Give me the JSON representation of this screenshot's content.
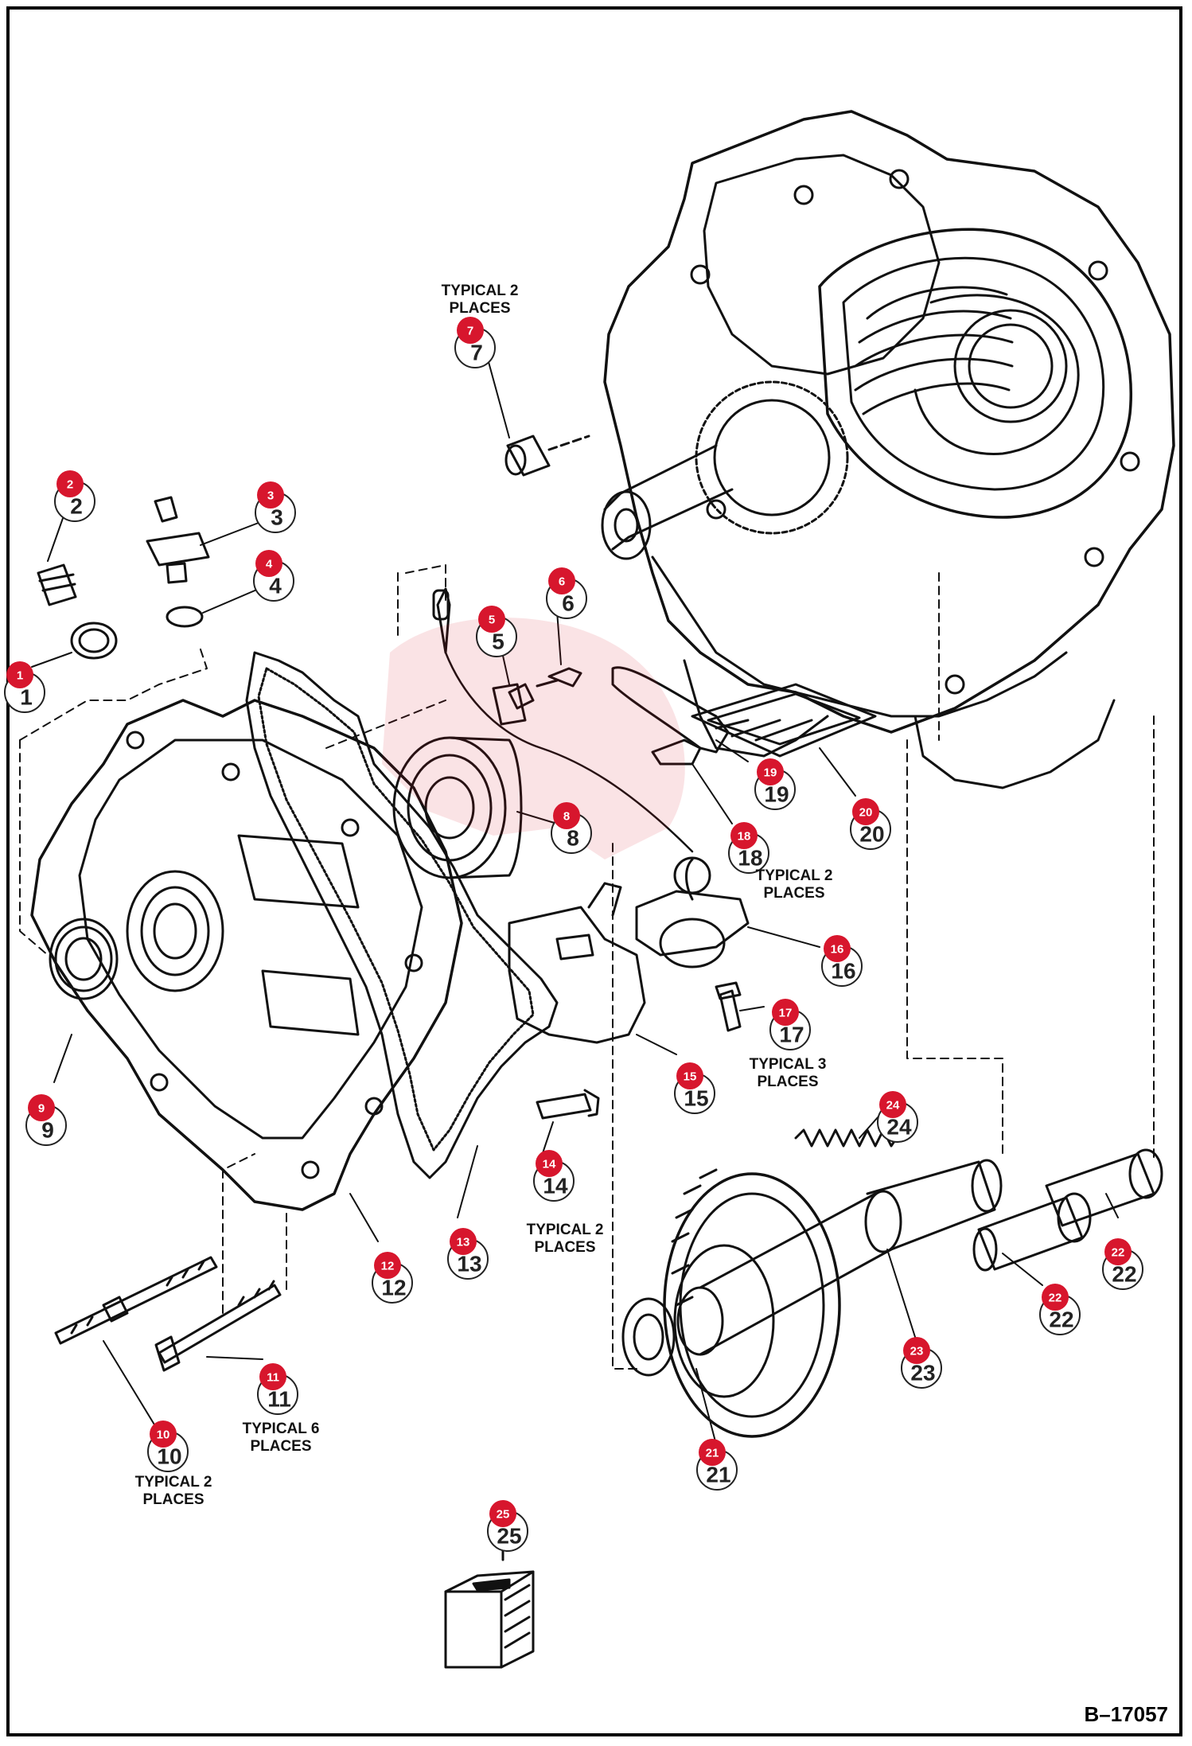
{
  "diagram": {
    "drawing_id": "B–17057",
    "accent_color": "#d7162d",
    "line_color": "#111111",
    "notes": [
      {
        "id": "n7",
        "line1": "TYPICAL 2",
        "line2": "PLACES"
      },
      {
        "id": "n16",
        "line1": "TYPICAL 2",
        "line2": "PLACES"
      },
      {
        "id": "n17",
        "line1": "TYPICAL 3",
        "line2": "PLACES"
      },
      {
        "id": "n14",
        "line1": "TYPICAL 2",
        "line2": "PLACES"
      },
      {
        "id": "n11",
        "line1": "TYPICAL 6",
        "line2": "PLACES"
      },
      {
        "id": "n10",
        "line1": "TYPICAL 2",
        "line2": "PLACES"
      }
    ],
    "callouts": [
      "1",
      "2",
      "3",
      "4",
      "5",
      "6",
      "7",
      "8",
      "9",
      "10",
      "11",
      "12",
      "13",
      "14",
      "15",
      "16",
      "17",
      "18",
      "19",
      "20",
      "21",
      "22",
      "22",
      "23",
      "24",
      "25"
    ]
  }
}
